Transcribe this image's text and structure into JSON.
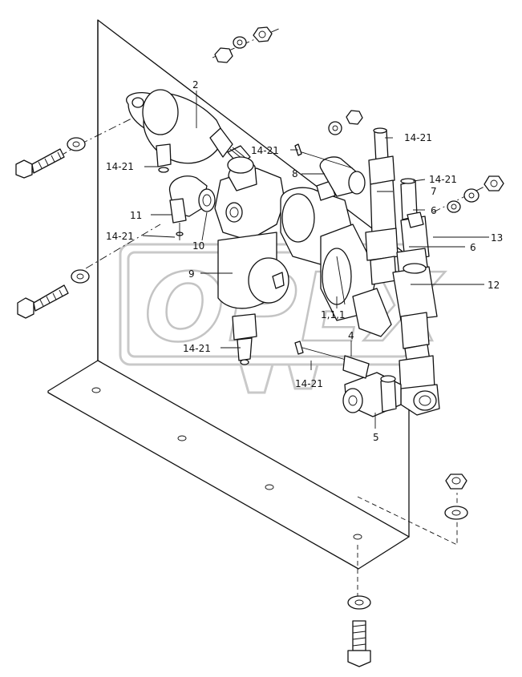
{
  "watermark": {
    "text": "OPEX"
  },
  "labels": {
    "l2": "2",
    "l14_21_a": "14-21",
    "l14_21_b": "14-21",
    "l14_21_c": "14-21",
    "l14_21_d": "14-21",
    "l14_21_e": "14-21",
    "l14_21_f": "14-21",
    "l14_21_g": "14-21",
    "l8": "8",
    "l7": "7",
    "l6a": "6",
    "l6b": "6",
    "l13": "13",
    "l12": "12",
    "l11": "11",
    "l10": "10",
    "l9": "9",
    "l1_1_1": "1,1,1",
    "l4": "4",
    "l5": "5"
  }
}
